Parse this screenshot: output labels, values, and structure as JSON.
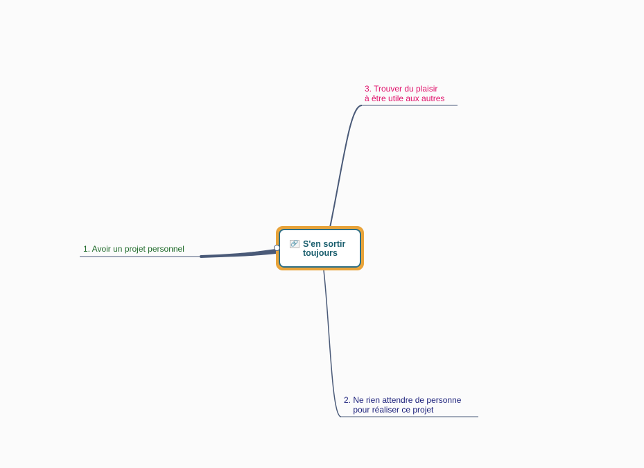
{
  "central": {
    "line1": "S'en sortir",
    "line2": "toujours",
    "link_icon_glyph": "🔗",
    "border_color": "#e8a33a",
    "inner_border_color": "#2d6f86",
    "text_color": "#1b5f6e"
  },
  "branches": [
    {
      "id": "b1",
      "lines": [
        "1.  Avoir un projet personnel"
      ],
      "color": "#1f6a2a"
    },
    {
      "id": "b3",
      "lines": [
        "3. Trouver du plaisir",
        "à être utile aux autres"
      ],
      "color": "#e0106a"
    },
    {
      "id": "b2",
      "lines": [
        "2. Ne rien attendre de personne",
        "    pour réaliser ce projet"
      ],
      "color": "#1a1f7a"
    }
  ],
  "connector_color": "#4a5a78"
}
